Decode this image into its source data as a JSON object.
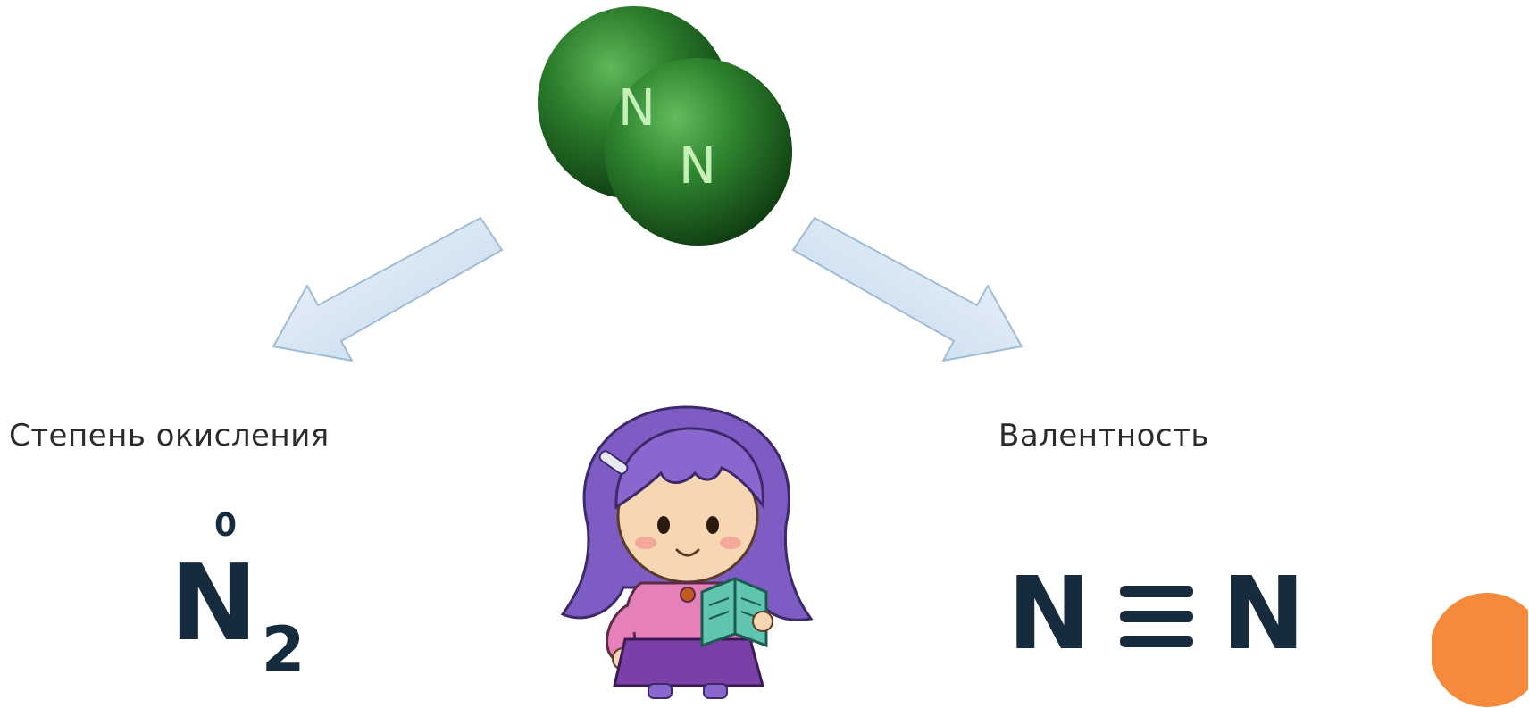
{
  "molecule": {
    "atom1_label": "N",
    "atom2_label": "N",
    "color": "#2a7a2a"
  },
  "left_branch": {
    "caption": "Степень окисления",
    "oxidation_state": "0",
    "formula_element": "N",
    "formula_subscript": "2"
  },
  "right_branch": {
    "caption": "Валентность",
    "structure_left": "N",
    "structure_right": "N"
  },
  "illustration": {
    "name": "girl-reading-book"
  },
  "decor": {
    "dot_color": "#f58a3c"
  }
}
